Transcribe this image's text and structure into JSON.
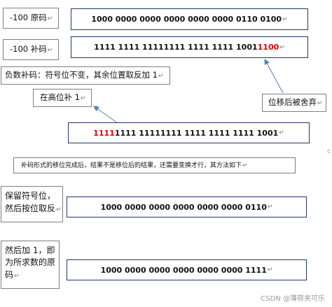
{
  "labels": {
    "original_code_neg100": "-100 原码",
    "complement_neg100": "-100 补码",
    "negative_complement_rule": "负数补码：符号位不变，其余位置取反加 1",
    "pad_high_bits": "在高位补 1",
    "discard_after_shift": "位移后被舍弃",
    "note_conversion": "补码形式的移位完成后，结果不是移位后的结果，还需要变换才行，其方法如下",
    "keep_sign_invert_line1": "保留符号位，",
    "keep_sign_invert_line2": "然后按位取反",
    "add_one_line1": "然后加 1，即",
    "add_one_line2": "为所求数的原",
    "add_one_line3": "码"
  },
  "codes": {
    "original": "1000 0000 0000 0000 0000 0000 0110 0100",
    "complement_main": "1111 1111 11111111 1111 1111 1001 ",
    "complement_discarded": "1100",
    "shifted_padding": "1111",
    "shifted_rest": " 1111 11111111 1111 1111 1111 1001",
    "inverted": "1000 0000 0000 0000 0000 0000 0110",
    "final_result": "1000 0000 0000 0000 0000 0000 1111"
  },
  "paragraph_mark": "↵",
  "watermark": "CSDN @薄荷夹可乐",
  "edge_mark": "c",
  "colors": {
    "highlight": "#e00000",
    "code_border": "#1f3864",
    "arrow": "#4f81bd"
  }
}
